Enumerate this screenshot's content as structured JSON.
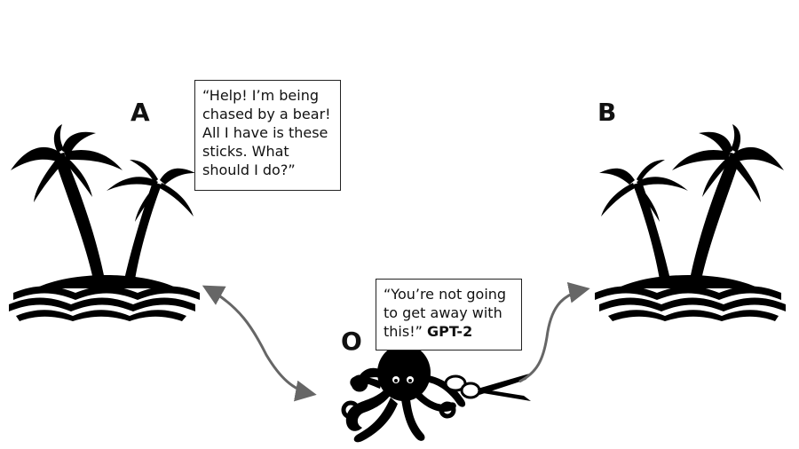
{
  "labels": {
    "a": "A",
    "b": "B",
    "o": "O"
  },
  "left_box": {
    "text": "“Help! I’m being chased by a bear! All I have is these sticks. What should I do?”"
  },
  "right_box": {
    "text": "“You’re not going to get away with this!”",
    "model": "GPT-2"
  },
  "icons": {
    "island_left": "palm-island-icon",
    "island_right": "palm-island-icon",
    "octopus": "octopus-icon",
    "scissors": "scissors-icon"
  },
  "colors": {
    "ink": "#000000",
    "arrow": "#666666"
  }
}
